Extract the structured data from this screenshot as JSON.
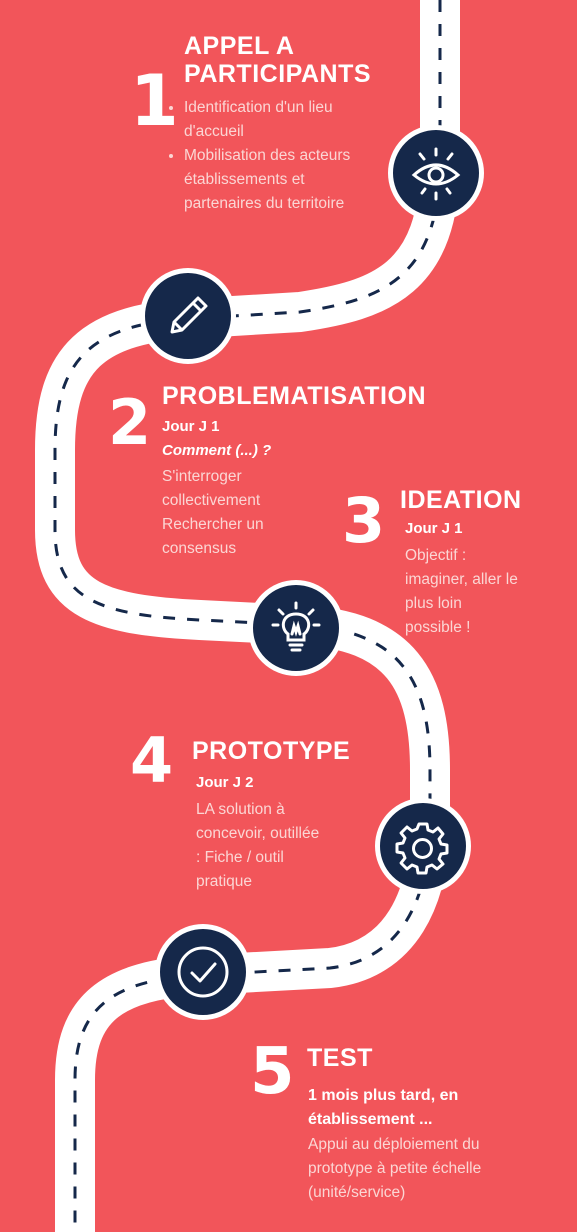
{
  "colors": {
    "background": "#f2555a",
    "navy": "#15284a",
    "road": "#ffffff",
    "muted_text": "#fbd6d4"
  },
  "steps": [
    {
      "number": "1",
      "title_line1": "APPEL A",
      "title_line2": "PARTICIPANTS",
      "bullets": [
        "Identification d'un lieu d'accueil",
        "Mobilisation des acteurs établissements et partenaires du territoire"
      ],
      "icon": "eye-icon"
    },
    {
      "number": "2",
      "title": "PROBLEMATISATION",
      "subtitle": "Jour J 1",
      "subtitle2": "Comment  (...) ?",
      "text": [
        "S'interroger",
        "collectivement",
        "Rechercher un",
        "consensus"
      ],
      "icon": "pencil-icon"
    },
    {
      "number": "3",
      "title": "IDEATION",
      "subtitle": "Jour J 1",
      "text": [
        "Objectif :",
        "imaginer, aller le",
        "plus loin",
        "possible !"
      ],
      "icon": "lightbulb-icon"
    },
    {
      "number": "4",
      "title": "PROTOTYPE",
      "subtitle": "Jour J 2",
      "text": [
        "LA solution à",
        "concevoir, outillée",
        ": Fiche / outil",
        "pratique"
      ],
      "icon": "gear-icon"
    },
    {
      "number": "5",
      "title": "TEST",
      "subtitle_line1": "1 mois plus tard, en",
      "subtitle_line2": "établissement ...",
      "text": [
        "Appui au déploiement du",
        "prototype à petite échelle",
        "(unité/service)"
      ],
      "icon": "checkmark-icon"
    }
  ]
}
